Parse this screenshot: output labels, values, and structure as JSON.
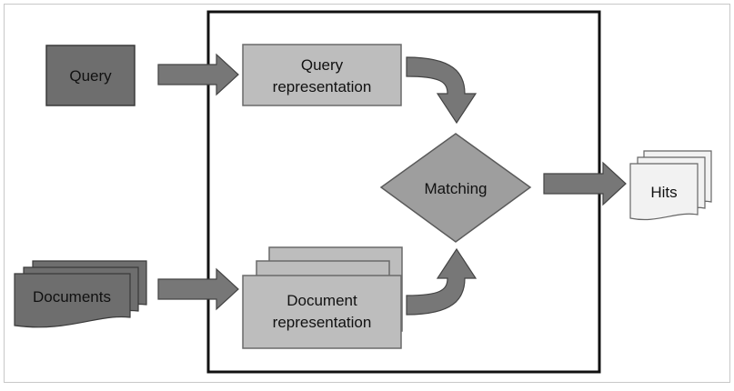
{
  "diagram": {
    "nodes": {
      "query": "Query",
      "query_representation_line1": "Query",
      "query_representation_line2": "representation",
      "matching": "Matching",
      "hits": "Hits",
      "documents": "Documents",
      "document_representation_line1": "Document",
      "document_representation_line2": "representation"
    },
    "colors": {
      "dark_box": "#6e6e6e",
      "light_box": "#bdbdbd",
      "diamond": "#9e9e9e",
      "arrow": "#777777",
      "hits_page": "#f2f2f2",
      "frame": "#000000"
    }
  }
}
